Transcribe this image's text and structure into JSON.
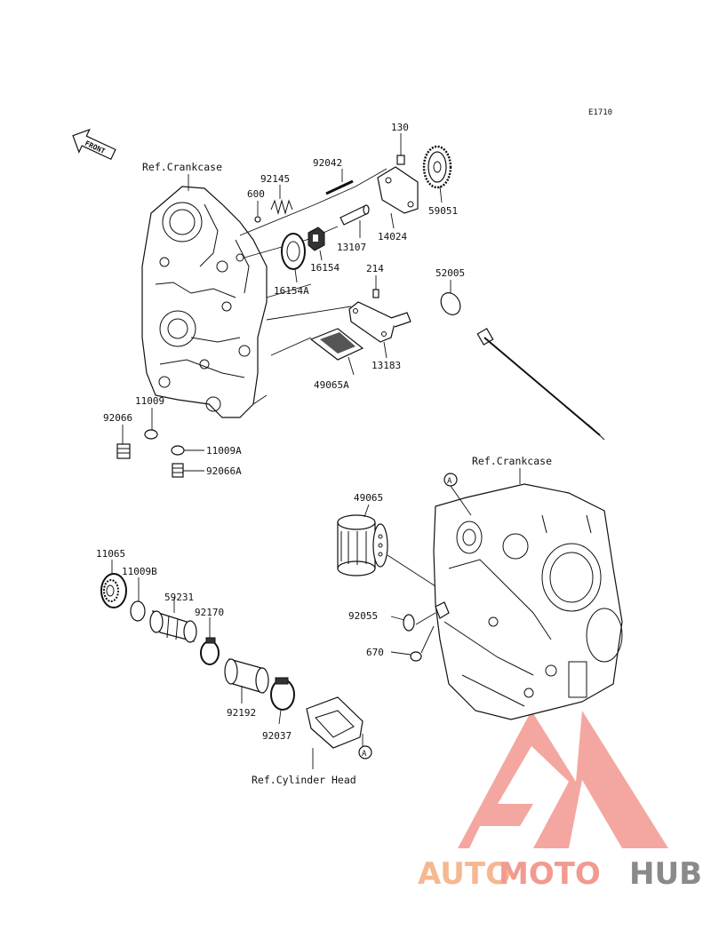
{
  "diagram_code": "E1710",
  "front_label": "FRONT",
  "ref_labels": {
    "crankcase_top": "Ref.Crankcase",
    "crankcase_right": "Ref.Crankcase",
    "cylinder_head": "Ref.Cylinder Head"
  },
  "marker": "A",
  "parts": {
    "p130": "130",
    "p92042": "92042",
    "p92145": "92145",
    "p600": "600",
    "p59051": "59051",
    "p13107": "13107",
    "p14024": "14024",
    "p16154": "16154",
    "p16154a": "16154A",
    "p214": "214",
    "p52005": "52005",
    "p13183": "13183",
    "p49065a": "49065A",
    "p11009": "11009",
    "p92066": "92066",
    "p11009a": "11009A",
    "p92066a": "92066A",
    "p49065": "49065",
    "p11065": "11065",
    "p11009b": "11009B",
    "p59231": "59231",
    "p92170": "92170",
    "p92055": "92055",
    "p670": "670",
    "p92192": "92192",
    "p92037": "92037"
  },
  "watermark": {
    "part1": "AUTO",
    "part2": "MOTO",
    "part3": "HUB",
    "color1": "#f5b890",
    "color2": "#f29a90",
    "color3": "#8a8a8a",
    "logo_color": "#f08a80"
  }
}
